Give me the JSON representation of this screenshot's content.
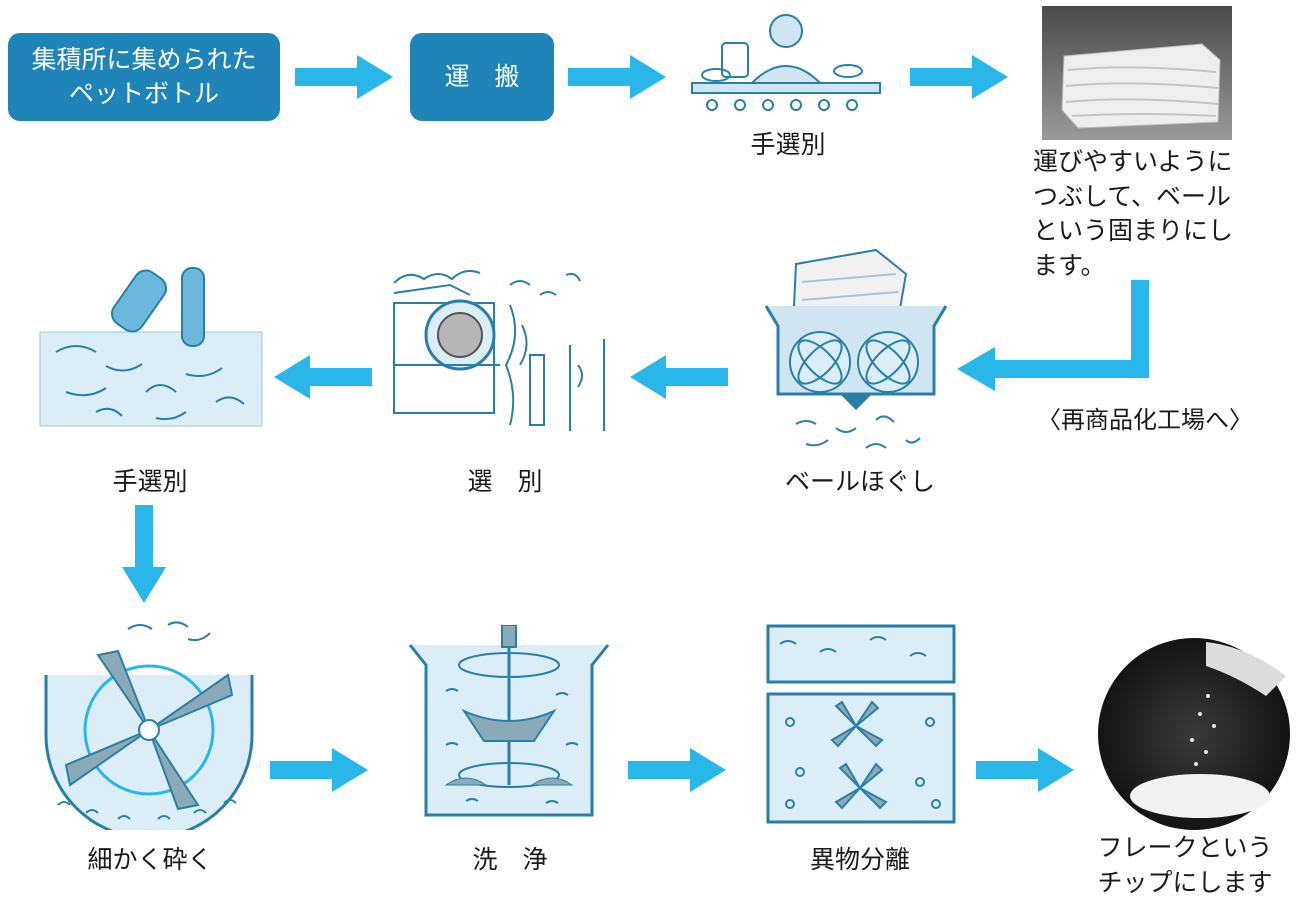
{
  "row1": {
    "source_box": "集積所に集められた\nペットボトル",
    "transport_box": "運　搬",
    "hand_sort_label": "手選別",
    "bale_caption": "運びやすいように\nつぶして、ベール\nという固まりにし\nます。"
  },
  "factory_label": "〈再商品化工場へ〉",
  "row2": {
    "bale_break_label": "ベールほぐし",
    "sort_label": "選　別",
    "hand_sort_label": "手選別"
  },
  "row3": {
    "crush_label": "細かく砕く",
    "wash_label": "洗　浄",
    "separation_label": "異物分離",
    "flake_label": "フレークという\nチップにします"
  },
  "colors": {
    "arrow": "#29b6e8",
    "box": "#1f84b8",
    "illustration_blue": "#2a7fa8",
    "illustration_fill": "#cfe6f2"
  }
}
